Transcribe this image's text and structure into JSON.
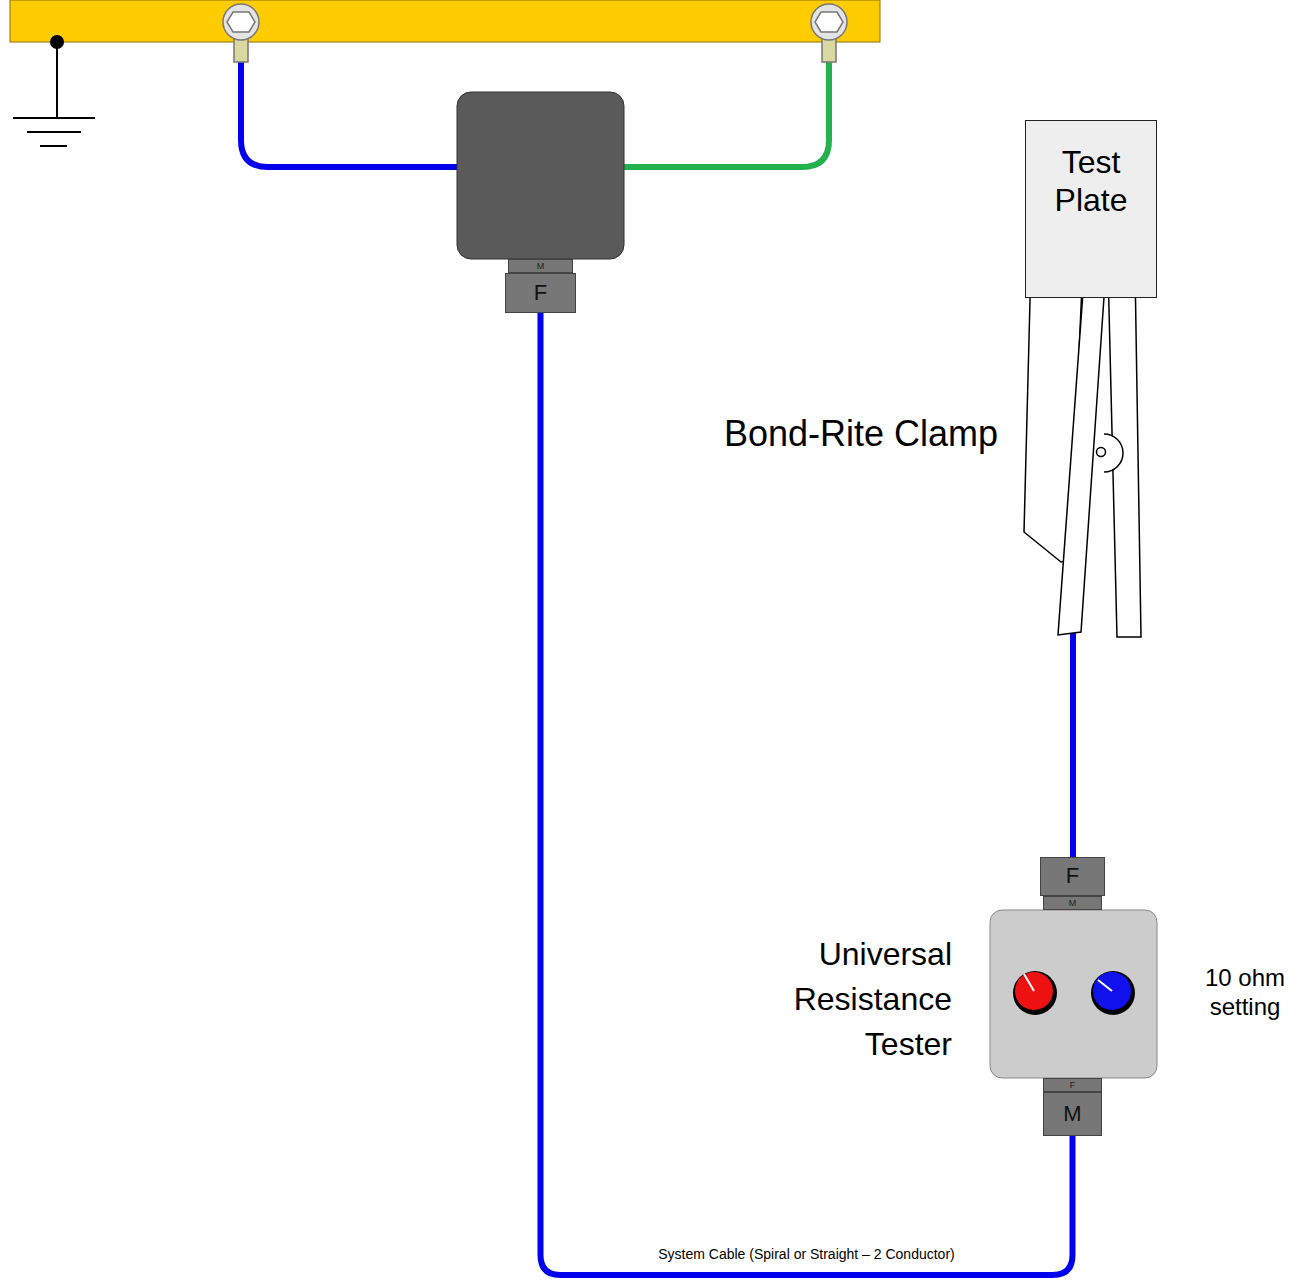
{
  "diagram": {
    "nodes": [
      {
        "text": [
          "Test Plate"
        ]
      },
      {
        "text": [
          "M"
        ]
      },
      {
        "text": [
          "F"
        ]
      },
      {
        "text": [
          "F"
        ]
      },
      {
        "text": [
          "M"
        ]
      },
      {
        "text": [
          "Universal Resistance Tester"
        ]
      },
      {
        "text": [
          "F"
        ]
      },
      {
        "text": [
          "M"
        ]
      }
    ],
    "edges": [
      {
        "from": 2,
        "to": 7,
        "arrow": "none",
        "label": "System Cable (Spiral or Straight – 2 Conductor)"
      }
    ],
    "labels": [
      "Bond-Rite Clamp",
      "10 ohm setting"
    ]
  }
}
